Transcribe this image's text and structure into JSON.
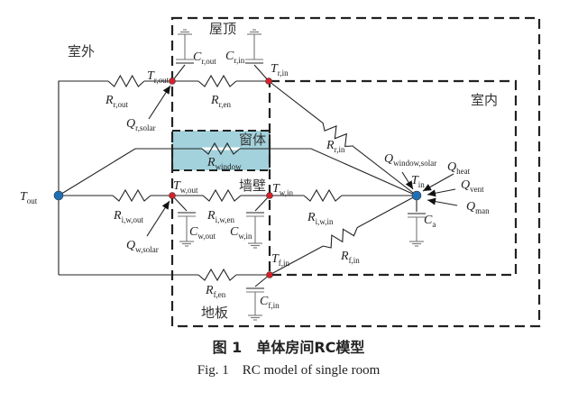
{
  "regions": {
    "outdoor": "室外",
    "roof": "屋顶",
    "indoor": "室内",
    "window": "窗体",
    "wall": "墙壁",
    "floor": "地板"
  },
  "labels": {
    "T_out": {
      "m": "T",
      "s": "out"
    },
    "T_r_out": {
      "m": "T",
      "s": "r,out"
    },
    "R_r_out": {
      "m": "R",
      "s": "r,out"
    },
    "Q_r_solar": {
      "m": "Q",
      "s": "r,solar"
    },
    "C_r_out": {
      "m": "C",
      "s": "r,out"
    },
    "C_r_in": {
      "m": "C",
      "s": "r,in"
    },
    "T_r_in": {
      "m": "T",
      "s": "r,in"
    },
    "R_r_en": {
      "m": "R",
      "s": "r,en"
    },
    "R_window": {
      "m": "R",
      "s": "window"
    },
    "R_r_in": {
      "m": "R",
      "s": "r,in"
    },
    "Q_window_solar": {
      "m": "Q",
      "s": "window,solar"
    },
    "T_in": {
      "m": "T",
      "s": "in"
    },
    "Q_heat": {
      "m": "Q",
      "s": "heat"
    },
    "Q_vent": {
      "m": "Q",
      "s": "vent"
    },
    "Q_man": {
      "m": "Q",
      "s": "man"
    },
    "C_a": {
      "m": "C",
      "s": "a"
    },
    "T_w_out": {
      "m": "T",
      "s": "w,out"
    },
    "R_i_w_out": {
      "m": "R",
      "s": "i,w,out"
    },
    "R_i_w_en": {
      "m": "R",
      "s": "i,w,en"
    },
    "T_w_in": {
      "m": "T",
      "s": "w,in"
    },
    "R_i_w_in": {
      "m": "R",
      "s": "i,w,in"
    },
    "C_w_out": {
      "m": "C",
      "s": "w,out"
    },
    "C_w_in": {
      "m": "C",
      "s": "w,in"
    },
    "Q_w_solar": {
      "m": "Q",
      "s": "w,solar"
    },
    "T_f_in": {
      "m": "T",
      "s": "f,in"
    },
    "R_f_in": {
      "m": "R",
      "s": "f,in"
    },
    "R_f_en": {
      "m": "R",
      "s": "f,en"
    },
    "C_f_in": {
      "m": "C",
      "s": "f,in"
    }
  },
  "caption": {
    "cn": "图 1　单体房间RC模型",
    "en": "Fig. 1　RC model of single room"
  },
  "colors": {
    "window_fill": "#a3d2dc",
    "outer_node": "#1f6fb5",
    "wall_node": "#d9202a"
  }
}
